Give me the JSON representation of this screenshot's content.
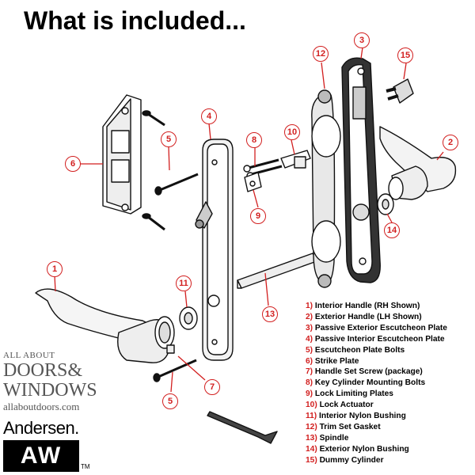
{
  "title": "What is included...",
  "callouts": [
    "1",
    "2",
    "3",
    "4",
    "5",
    "5",
    "6",
    "7",
    "8",
    "9",
    "10",
    "11",
    "12",
    "13",
    "14",
    "15"
  ],
  "legend": [
    {
      "num": "1)",
      "text": "Interior Handle (RH Shown)"
    },
    {
      "num": "2)",
      "text": "Exterior Handle (LH Shown)"
    },
    {
      "num": "3)",
      "text": "Passive Exterior Escutcheon Plate"
    },
    {
      "num": "4)",
      "text": "Passive Interior Escutcheon Plate"
    },
    {
      "num": "5)",
      "text": "Escutcheon Plate Bolts"
    },
    {
      "num": "6)",
      "text": "Strike Plate"
    },
    {
      "num": "7)",
      "text": "Handle Set Screw (package)"
    },
    {
      "num": "8)",
      "text": "Key Cylinder Mounting Bolts"
    },
    {
      "num": "9)",
      "text": "Lock Limiting Plates"
    },
    {
      "num": "10)",
      "text": "Lock Actuator"
    },
    {
      "num": "11)",
      "text": "Interior Nylon Bushing"
    },
    {
      "num": "12)",
      "text": "Trim Set Gasket"
    },
    {
      "num": "13)",
      "text": "Spindle"
    },
    {
      "num": "14)",
      "text": "Exterior Nylon Bushing"
    },
    {
      "num": "15)",
      "text": "Dummy Cylinder"
    }
  ],
  "branding": {
    "line1": "ALL ABOUT",
    "line2": "DOORS&",
    "line3": "WINDOWS",
    "line4": "allaboutdoors.com",
    "andersen": "Andersen.",
    "aw": "AW",
    "tm": "TM"
  },
  "colors": {
    "callout": "#d21f1f",
    "brand_gray": "#555555"
  }
}
